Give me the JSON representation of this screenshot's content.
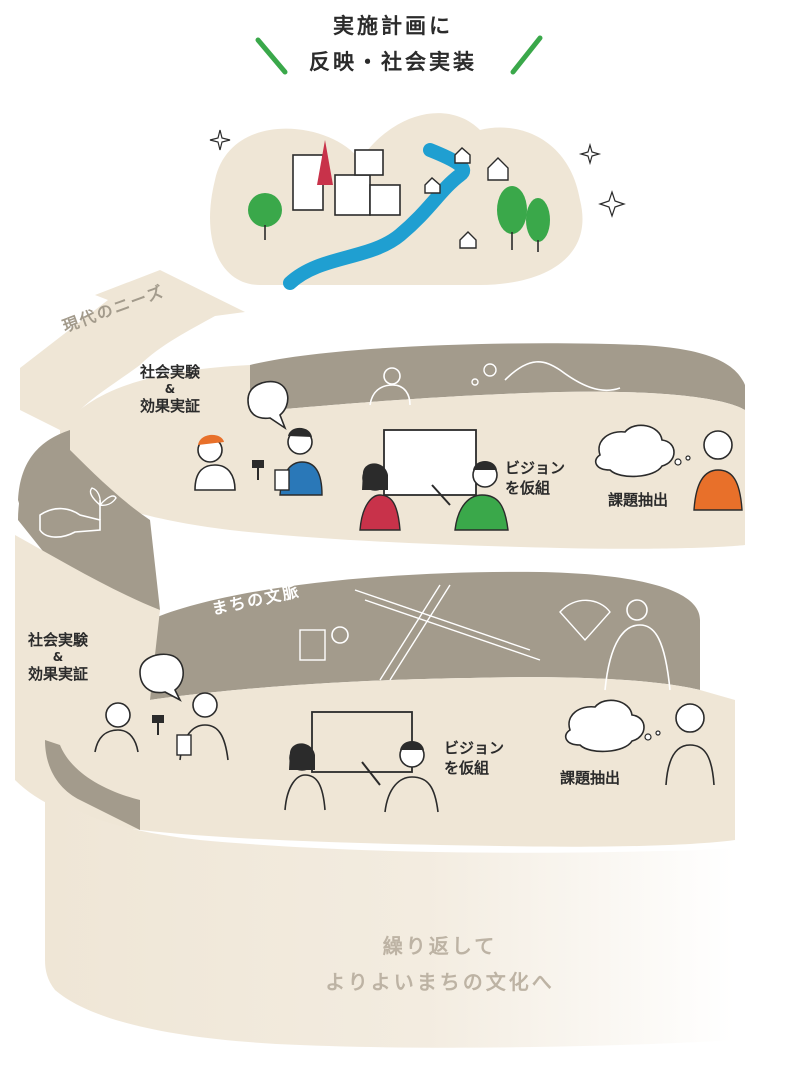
{
  "header": {
    "line1": "実施計画に",
    "line2": "反映・社会実装"
  },
  "upper_loop": {
    "arrow_label": "現代のニーズ",
    "experiment_label": {
      "line1": "社会実験",
      "line2": "&",
      "line3": "効果実証"
    },
    "vision_label": {
      "line1": "ビジョン",
      "line2": "を仮組"
    },
    "issue_label": "課題抽出"
  },
  "lower_loop": {
    "context_label": "まちの文脈",
    "experiment_label": {
      "line1": "社会実験",
      "line2": "&",
      "line3": "効果実証"
    },
    "vision_label": {
      "line1": "ビジョン",
      "line2": "を仮組"
    },
    "issue_label": "課題抽出"
  },
  "footer": {
    "line1": "繰り返して",
    "line2": "よりよいまちの文化へ"
  },
  "colors": {
    "ribbon": "#efe6d6",
    "ribbon_inner": "#a39b8c",
    "green_accent": "#3aa84a",
    "river": "#1f9fd1",
    "person_orange": "#e8702a",
    "person_blue": "#2a78b8",
    "person_red": "#c8324a",
    "person_green": "#3aa84a"
  }
}
